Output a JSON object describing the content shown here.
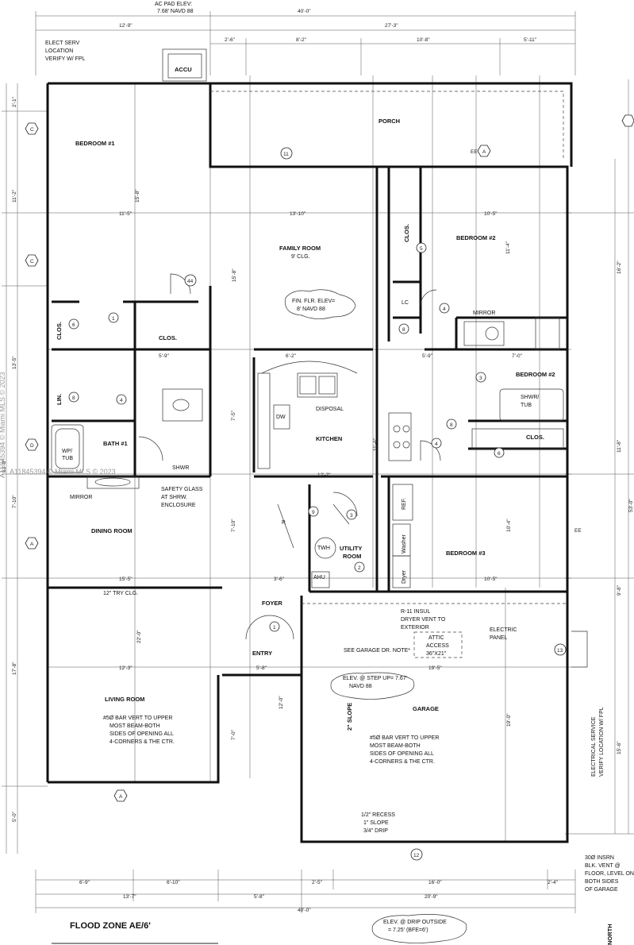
{
  "header": {
    "ac_pad_elev": "AC PAD ELEV:",
    "ac_pad_value": "7.68' NAVD 88",
    "elect_serv_1": "ELECT SERV",
    "elect_serv_2": "LOCATION",
    "elect_serv_3": "VERIFY W/ FPL",
    "accu": "ACCU"
  },
  "top_dims": {
    "overall": "40'-0\"",
    "left": "12'-9\"",
    "right": "27'-3\"",
    "seg1": "2'-6\"",
    "seg2": "8'-2\"",
    "seg3": "10'-8\"",
    "seg4": "5'-11\""
  },
  "left_dims": {
    "d1": "2'-1\"",
    "d2": "11'-2\"",
    "d3": "13'-5\"",
    "d4": "53'-0\"",
    "d5": "7'-10\"",
    "d6": "17'-8\"",
    "d7": "5'-0\""
  },
  "right_dims": {
    "d1": "16'-2\"",
    "d2": "11'-8\"",
    "d3": "53'-0\"",
    "d4": "9'-8\"",
    "d5": "15'-6\""
  },
  "bottom_dims": {
    "b1": "6'-9\"",
    "b2": "6'-10\"",
    "b3": "2'-5\"",
    "b4": "16'-0\"",
    "b5": "2'-4\"",
    "b6": "13'-7\"",
    "b7": "5'-8\"",
    "b8": "20'-9\"",
    "overall": "40'-0\""
  },
  "rooms": {
    "bedroom1": "BEDROOM #1",
    "porch": "PORCH",
    "family_room": "FAMILY ROOM",
    "family_clg": "9' CLG.",
    "bedroom2": "BEDROOM #2",
    "bedroom2_bath": "BEDROOM #2",
    "clos": "CLOS.",
    "clos_big": "CLOS.",
    "lin": "LIN.",
    "bath1": "BATH #1",
    "wp_tub": "WP/",
    "wp_tub2": "TUB",
    "shwr": "SHWR",
    "kitchen": "KITCHEN",
    "disposal": "DISPOSAL",
    "dw": "DW",
    "lc": "LC",
    "mirror": "MIRROR",
    "shwr_tub": "SHWR/",
    "shwr_tub2": "TUB",
    "dining": "DINING ROOM",
    "try_clg": "12\" TRY CLG.",
    "utility": "UTILITY",
    "utility2": "ROOM",
    "twh": "TWH",
    "ahu": "AHU",
    "pantry": "P.",
    "ref": "REF.",
    "washer": "Washer",
    "dryer": "Dryer",
    "bedroom3": "BEDROOM #3",
    "foyer": "FOYER",
    "entry": "ENTRY",
    "living": "LIVING ROOM",
    "garage": "GARAGE"
  },
  "notes": {
    "fin_flr_1": "FIN. FLR. ELEV=",
    "fin_flr_2": "8' NAVD 88",
    "safety_1": "SAFETY GLASS",
    "safety_2": "AT SHRW.",
    "safety_3": "ENCLOSURE",
    "r11_1": "R-11 INSUL",
    "r11_2": "DRYER VENT TO",
    "r11_3": "EXTERIOR",
    "elec_panel_1": "ELECTRIC",
    "elec_panel_2": "PANEL",
    "attic_1": "ATTIC",
    "attic_2": "ACCESS",
    "attic_3": "36\"X21\"",
    "garage_dr": "SEE GARAGE DR. NOTE*",
    "step_1": "ELEV. @ STEP UP= 7.67'",
    "step_2": "NAVD 88",
    "slope": "2\" SLOPE",
    "bar_left_1": "#5Ø BAR VERT TO UPPER",
    "bar_left_2": "MOST BEAM-BOTH",
    "bar_left_3": "SIDES OF OPENING ALL",
    "bar_left_4": "4-CORNERS & THE CTR.",
    "bar_right_1": "#5Ø BAR VERT TO UPPER",
    "bar_right_2": "MOST BEAM-BOTH",
    "bar_right_3": "SIDES OF OPENING ALL",
    "bar_right_4": "4-CORNERS & THE CTR.",
    "elec_service_1": "ELECTRICAL SERVICE",
    "elec_service_2": "VERIFY LOCATION W/ FPL",
    "recess_1": "1/2\" RECESS",
    "recess_2": "1\" SLOPE",
    "recess_3": "3/4\" DRIP",
    "blk_1": "30Ø INSRN",
    "blk_2": "BLK. VENT @",
    "blk_3": "FLOOR, LEVEL ON",
    "blk_4": "BOTH SIDES",
    "blk_5": "OF GARAGE",
    "drip_1": "ELEV. @ DRIP OUTSIDE",
    "drip_2": "= 7.25' (BFE=6')"
  },
  "interior_dims": {
    "a": "11'-5\"",
    "b": "15'-8\"",
    "c": "13'-10\"",
    "d": "15'-8\"",
    "e": "10'-5\"",
    "f": "11'-4\"",
    "g": "6'-2\"",
    "h": "5'-9\"",
    "i": "5'-9\"",
    "j": "7'-0\"",
    "k": "7'-5\"",
    "l": "11'-6\"",
    "m": "12'-2\"",
    "n": "15'-5\"",
    "o": "12'-3\"",
    "p": "22'-0\"",
    "q": "10'-4\"",
    "r": "10'-5\"",
    "s": "19'-5\"",
    "t": "19'-0\"",
    "u": "12'-0\"",
    "v": "7'-0\"",
    "w": "3'-6\"",
    "x": "5'-8\"",
    "y": "7'-10\""
  },
  "tags": {
    "t11": "11",
    "t44": "44",
    "t6": "6",
    "t1": "1",
    "t8": "8",
    "t4": "4",
    "t5": "5",
    "t3": "3",
    "t9": "9",
    "t2": "2",
    "t13": "13",
    "t12": "12",
    "c1": "C",
    "c2": "C",
    "dtag": "D",
    "a1": "A",
    "a2": "A",
    "a3": "A",
    "ee1": "EE",
    "ee2": "EE"
  },
  "footer": {
    "flood_zone": "FLOOD ZONE AE/6'",
    "north": "NORTH",
    "watermark": "A11845394 © Miami MLS © 2023"
  }
}
